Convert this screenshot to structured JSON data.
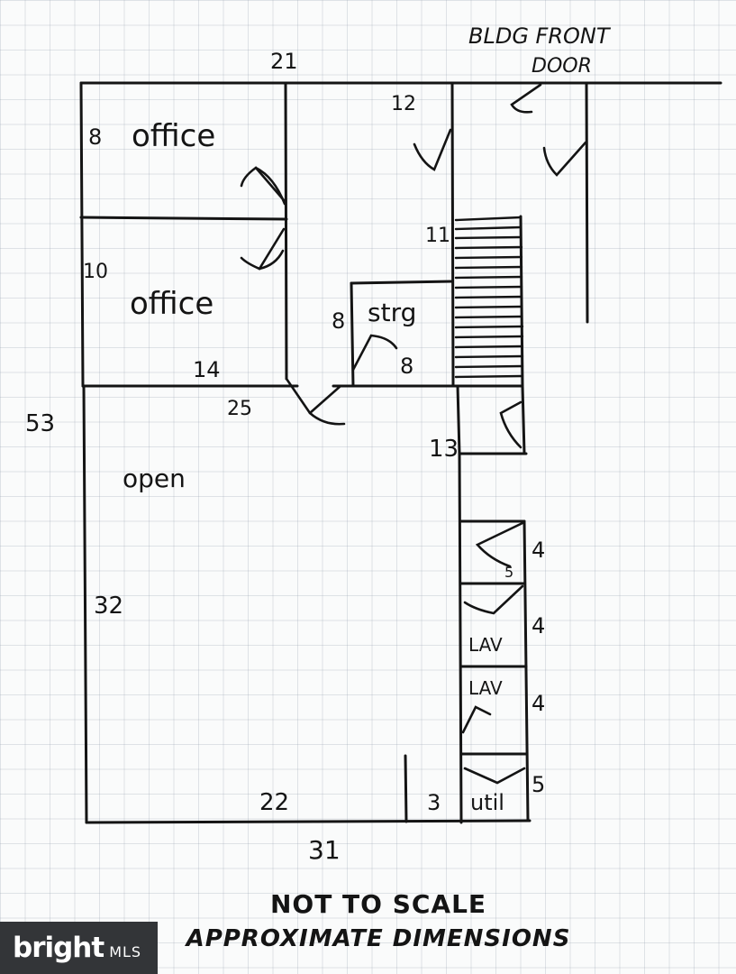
{
  "header": {
    "line1": "BLDG FRONT",
    "line2": "DOOR"
  },
  "rooms": {
    "office_top": "office",
    "office_mid": "office",
    "storage": "strg",
    "open": "open",
    "lav_1": "LAV",
    "lav_2": "LAV",
    "utility": "util"
  },
  "dimensions": {
    "top_width": "21",
    "office_top_depth": "8",
    "office_mid_depth": "10",
    "office_mid_width": "14",
    "corridor_width": "12",
    "stair": "11",
    "strg_depth": "8",
    "strg_width": "8",
    "hall_span": "25",
    "overall_depth": "53",
    "stair_landing": "13",
    "closet": "4",
    "closet_door": "5",
    "lav_1": "4",
    "lav_2": "4",
    "open_depth": "32",
    "open_width": "22",
    "util_gap": "3",
    "util": "5",
    "bottom_width": "31"
  },
  "notes": {
    "not_to_scale": "NOT TO SCALE",
    "approx": "APPROXIMATE DIMENSIONS"
  },
  "watermark": {
    "brand": "bright",
    "suffix": "MLS"
  }
}
